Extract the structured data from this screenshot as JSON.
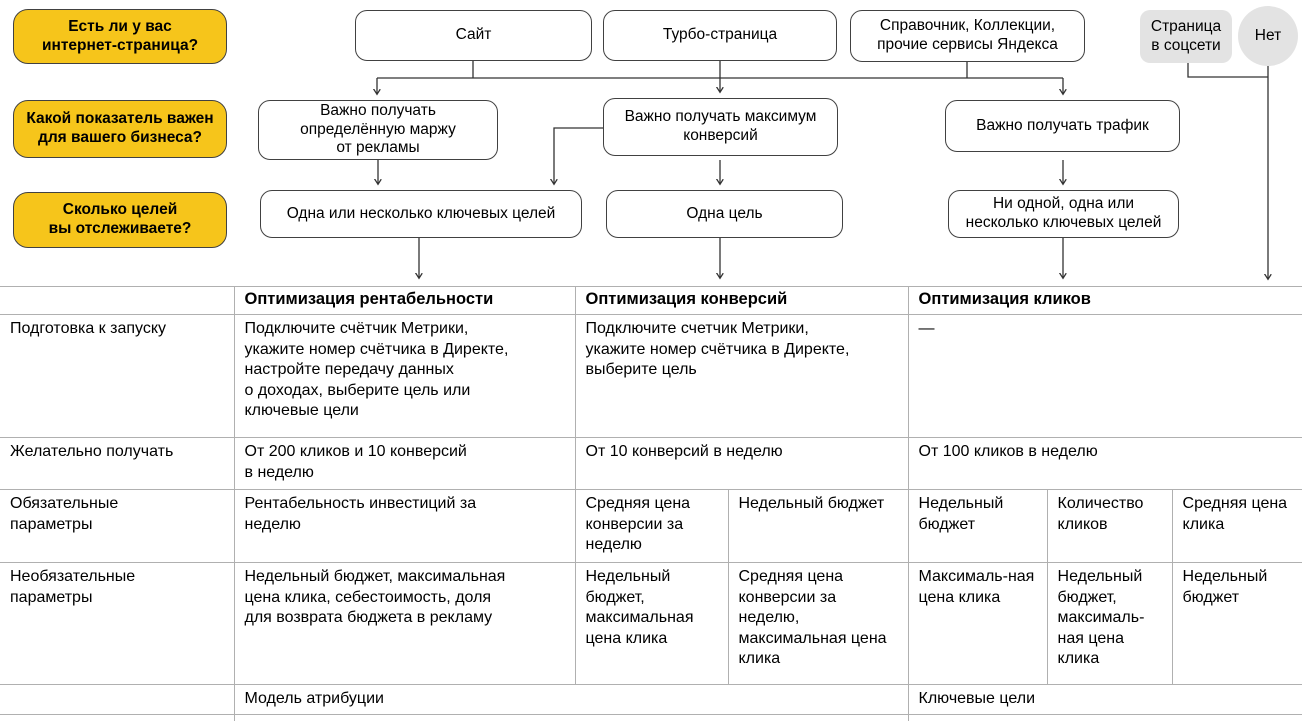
{
  "colors": {
    "yandex_yellow": "#f6c51b",
    "gray_node": "#e3e3e3",
    "node_border": "#414141",
    "table_border": "#b0b0b0",
    "connector": "#333333"
  },
  "flowchart": {
    "questions": [
      {
        "label": "Есть ли у вас\nинтернет-страница?"
      },
      {
        "label": "Какой показатель важен\nдля вашего бизнеса?"
      },
      {
        "label": "Сколько целей\nвы отслеживаете?"
      }
    ],
    "sources": [
      {
        "label": "Сайт"
      },
      {
        "label": "Турбо-страница"
      },
      {
        "label": "Справочник, Коллекции,\nпрочие сервисы Яндекса"
      },
      {
        "label": "Страница\nв соцсети"
      },
      {
        "label": "Нет"
      }
    ],
    "metrics": [
      {
        "label": "Важно получать\nопределённую маржу\nот рекламы"
      },
      {
        "label": "Важно получать максимум\nконверсий"
      },
      {
        "label": "Важно получать трафик"
      }
    ],
    "goals": [
      {
        "label": "Одна или несколько ключевых целей"
      },
      {
        "label": "Одна цель"
      },
      {
        "label": "Ни одной, одна или\nнесколько ключевых целей"
      }
    ]
  },
  "table": {
    "headers": [
      "Оптимизация рентабельности",
      "Оптимизация конверсий",
      "Оптимизация кликов"
    ],
    "rows": {
      "prep": {
        "label": "Подготовка к запуску",
        "c1": "Подключите счётчик Метрики,\nукажите номер счётчика в Директе,\nнастройте передачу данных\nо доходах, выберите цель или\nключевые цели",
        "c2": "Подключите счетчик Метрики,\nукажите номер счётчика в Директе,\nвыберите цель",
        "c3": "—"
      },
      "desired": {
        "label": "Желательно получать",
        "c1": "От 200 кликов и 10 конверсий\nв неделю",
        "c2": "От 10 конверсий в неделю",
        "c3": "От 100 кликов в неделю"
      },
      "required": {
        "label": "Обязательные\nпараметры",
        "c1": "Рентабельность инвестиций за\nнеделю",
        "c2a": "Средняя цена конверсии за неделю",
        "c2b": "Недельный бюджет",
        "c3a": "Недельный бюджет",
        "c3b": "Количество кликов",
        "c3c": "Средняя цена клика"
      },
      "optional": {
        "label": "Необязательные\nпараметры",
        "c1": "Недельный бюджет, максимальная\nцена клика, себестоимость, доля\nдля возврата бюджета в рекламу",
        "c2a": "Недельный бюджет, максимальная цена клика",
        "c2b": "Средняя цена конверсии за неделю, максимальная цена клика",
        "c3a": "Максималь-ная цена клика",
        "c3b": "Недельный бюджет, максималь-ная цена клика",
        "c3c": "Недельный бюджет"
      },
      "footer": {
        "left": "Модель атрибуции",
        "right": "Ключевые цели"
      }
    }
  }
}
